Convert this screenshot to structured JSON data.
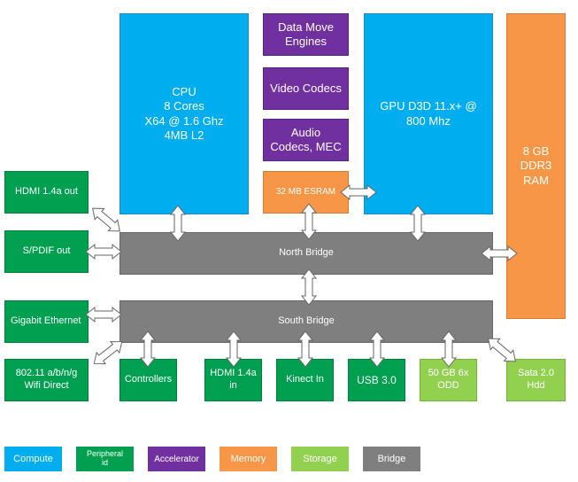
{
  "blocks": {
    "cpu": "CPU\n8 Cores\nX64 @ 1.6 Ghz\n4MB L2",
    "gpu": "GPU D3D 11.x+ @\n800 Mhz",
    "dme": "Data Move\nEngines",
    "video": "Video Codecs",
    "audio": "Audio\nCodecs, MEC",
    "esram": "32 MB ESRAM",
    "ram": "8 GB\nDDR3\nRAM",
    "north": "North Bridge",
    "south": "South Bridge",
    "hdmi_out": "HDMI 1.4a out",
    "spdif": "S/PDIF out",
    "ethernet": "Gigabit Ethernet",
    "wifi": "802.11 a/b/n/g\nWifi Direct",
    "controllers": "Controllers",
    "hdmi_in": "HDMI 1.4a\nin",
    "kinect": "Kinect In",
    "usb": "USB 3.0",
    "odd": "50 GB 6x\nODD",
    "sata": "Sata 2.0\nHdd"
  },
  "legend": {
    "compute": "Compute",
    "peripheral": "Peripheral\nid",
    "accelerator": "Accelerator",
    "memory": "Memory",
    "storage": "Storage",
    "bridge": "Bridge"
  },
  "colors": {
    "compute": "#00AEEF",
    "peripheral": "#00A050",
    "accelerator": "#7030A0",
    "memory": "#F79646",
    "storage": "#92D050",
    "bridge": "#7F7F7F"
  }
}
